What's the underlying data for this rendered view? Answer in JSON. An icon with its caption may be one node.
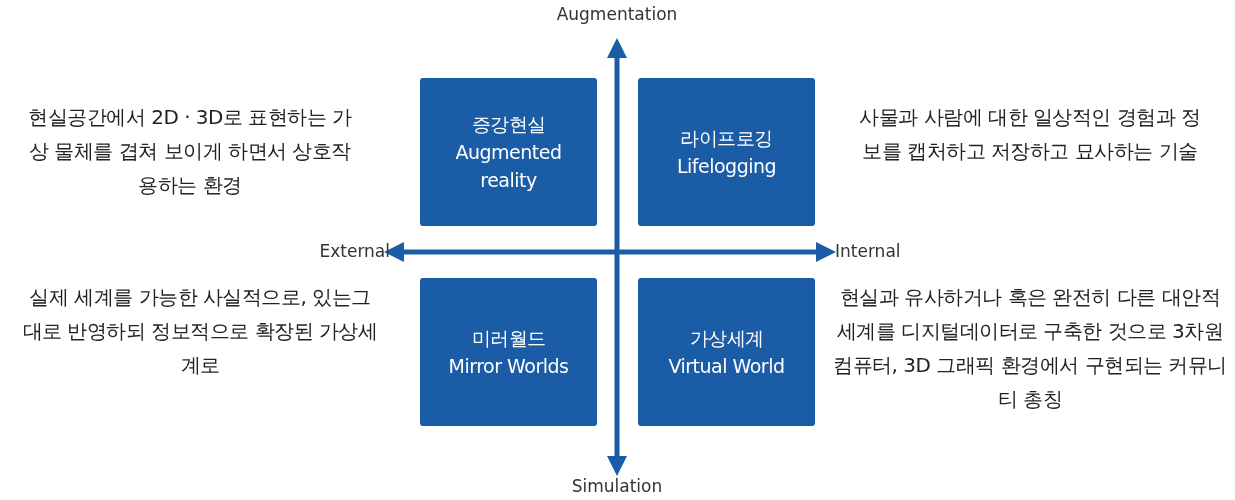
{
  "diagram": {
    "nodes": [
      {
        "text": [
          "증강현실",
          "Augmented reality"
        ],
        "beside": [
          "현실공간에서 2D · 3D로 표현하는 가상 물체를 겹쳐 보이게 하면서 상호작용하는 환경"
        ]
      },
      {
        "text": [
          "라이프로깅",
          "Lifelogging"
        ],
        "beside": [
          "사물과 사람에 대한 일상적인 경험과 정보를 캡처하고 저장하고 묘사하는 기술"
        ]
      },
      {
        "text": [
          "미러월드",
          "Mirror Worlds"
        ],
        "beside": [
          "실제 세계를 가능한 사실적으로, 있는그대로 반영하되 정보적으로 확장된 가상세계로"
        ]
      },
      {
        "text": [
          "가상세계",
          "Virtual World"
        ],
        "beside": [
          "현실과 유사하거나 혹은 완전히 다른 대안적 세계를 디지털데이터로 구축한 것으로 3차원컴퓨터, 3D 그래픽 환경에서 구현되는 커뮤니티 총칭"
        ]
      }
    ],
    "labels": [
      "Augmentation",
      "External",
      "Internal",
      "Simulation"
    ]
  }
}
